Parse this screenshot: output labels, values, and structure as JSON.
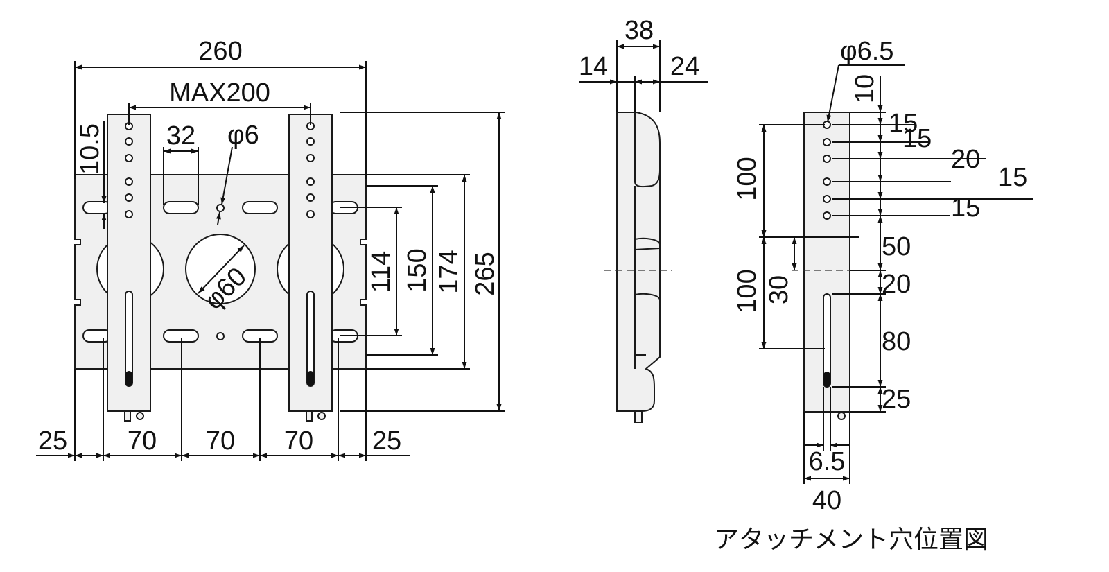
{
  "diagram": {
    "front_view": {
      "overall_width": "260",
      "max_pitch": "MAX200",
      "slot_width": "32",
      "center_hole": "φ6",
      "top_offset": "10.5",
      "center_opening": "φ60",
      "slot_pitch_114": "114",
      "height_150": "150",
      "height_174": "174",
      "overall_height": "265",
      "bottom_dims": [
        "25",
        "70",
        "70",
        "70",
        "25"
      ]
    },
    "side_view": {
      "total_depth": "38",
      "arm_depth": "14",
      "plate_depth": "24"
    },
    "attachment_view": {
      "hole_dia": "φ6.5",
      "top": "10",
      "hole_pitches": [
        "15",
        "15",
        "20",
        "15",
        "15"
      ],
      "span_upper": "100",
      "span_lower": "100",
      "offset_30": "30",
      "gap_50": "50",
      "gap_20": "20",
      "slot_80": "80",
      "bottom_25": "25",
      "slot_width": "6.5",
      "width": "40"
    },
    "caption": "アタッチメント穴位置図"
  }
}
